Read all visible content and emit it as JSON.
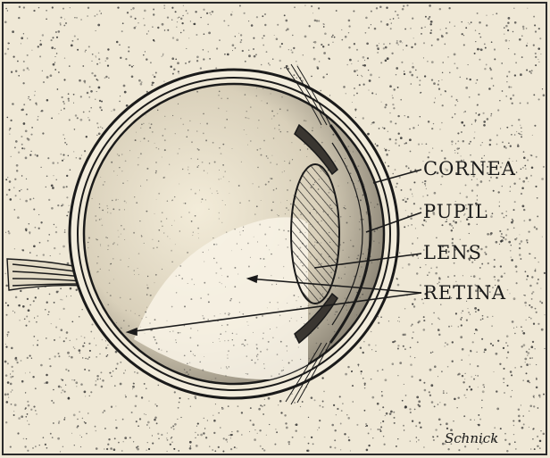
{
  "labels": {
    "cornea": "CORNEA",
    "pupil": "PUPIL",
    "lens": "LENS",
    "retina": "RETINA"
  },
  "signature": "Schnick",
  "colors": {
    "paper": "#efe8d6",
    "ink": "#1a1a1a"
  }
}
